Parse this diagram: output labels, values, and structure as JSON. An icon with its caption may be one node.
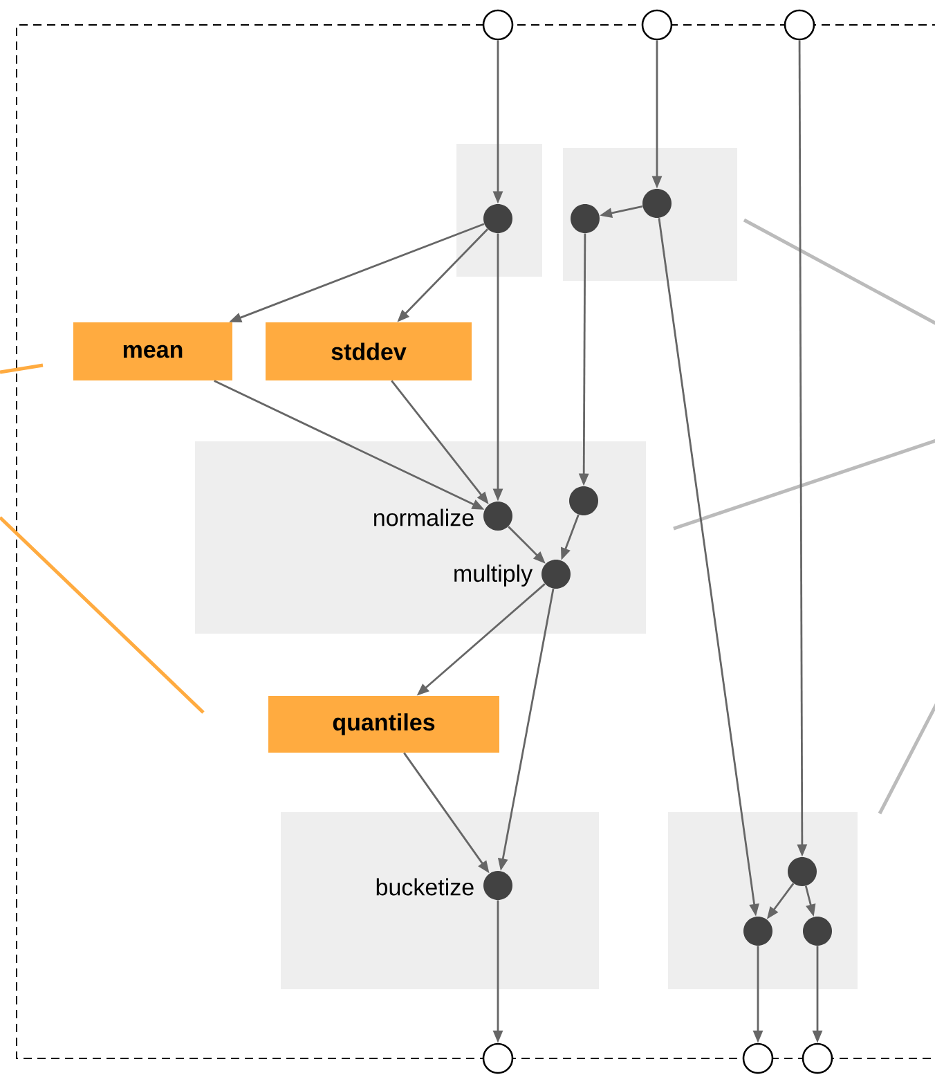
{
  "diagram": {
    "nodes": [
      {
        "text": [],
        "shape": "circle"
      },
      {
        "text": [],
        "shape": "circle"
      },
      {
        "text": [],
        "shape": "circle"
      },
      {
        "text": [],
        "shape": "box"
      },
      {
        "text": [],
        "shape": "box"
      },
      {
        "text": [],
        "shape": "dot",
        "in": 3
      },
      {
        "text": [],
        "shape": "dot",
        "in": 4
      },
      {
        "text": [],
        "shape": "dot",
        "in": 4
      },
      {
        "text": [
          "mean"
        ]
      },
      {
        "text": [
          "stddev"
        ]
      },
      {
        "text": [],
        "shape": "box"
      },
      {
        "text": [],
        "shape": "dot",
        "in": 10,
        "beside": [
          "normalize"
        ]
      },
      {
        "text": [],
        "shape": "dot",
        "in": 10
      },
      {
        "text": [],
        "shape": "dot",
        "in": 10,
        "beside": [
          "multiply"
        ]
      },
      {
        "text": [
          "quantiles"
        ]
      },
      {
        "text": [],
        "shape": "box"
      },
      {
        "text": [],
        "shape": "dot",
        "in": 15,
        "beside": [
          "bucketize"
        ]
      },
      {
        "text": [],
        "shape": "box"
      },
      {
        "text": [],
        "shape": "dot",
        "in": 17
      },
      {
        "text": [],
        "shape": "dot",
        "in": 17
      },
      {
        "text": [],
        "shape": "dot",
        "in": 17
      },
      {
        "text": [],
        "shape": "circle"
      },
      {
        "text": [],
        "shape": "circle"
      },
      {
        "text": [],
        "shape": "circle"
      }
    ],
    "edges": [
      {
        "from": 0,
        "to": 5,
        "arrow": "to"
      },
      {
        "from": 1,
        "to": 7,
        "arrow": "to"
      },
      {
        "from": 2,
        "to": 18,
        "arrow": "to"
      },
      {
        "from": 7,
        "to": 6,
        "arrow": "to"
      },
      {
        "from": 5,
        "to": 8,
        "arrow": "to"
      },
      {
        "from": 5,
        "to": 9,
        "arrow": "to"
      },
      {
        "from": 5,
        "to": 11,
        "arrow": "to"
      },
      {
        "from": 7,
        "to": 19,
        "arrow": "to"
      },
      {
        "from": 8,
        "to": 11,
        "arrow": "to"
      },
      {
        "from": 9,
        "to": 11,
        "arrow": "to"
      },
      {
        "from": 6,
        "to": 12,
        "arrow": "to"
      },
      {
        "from": 11,
        "to": 13,
        "arrow": "to"
      },
      {
        "from": 12,
        "to": 13,
        "arrow": "to"
      },
      {
        "from": 13,
        "to": 14,
        "arrow": "to"
      },
      {
        "from": 13,
        "to": 16,
        "arrow": "to"
      },
      {
        "from": 14,
        "to": 16,
        "arrow": "to"
      },
      {
        "from": 18,
        "to": 19,
        "arrow": "to"
      },
      {
        "from": 18,
        "to": 20,
        "arrow": "to"
      },
      {
        "from": 16,
        "to": 21,
        "arrow": "to"
      },
      {
        "from": 19,
        "to": 22,
        "arrow": "to"
      },
      {
        "from": 20,
        "to": 23,
        "arrow": "to"
      }
    ]
  }
}
